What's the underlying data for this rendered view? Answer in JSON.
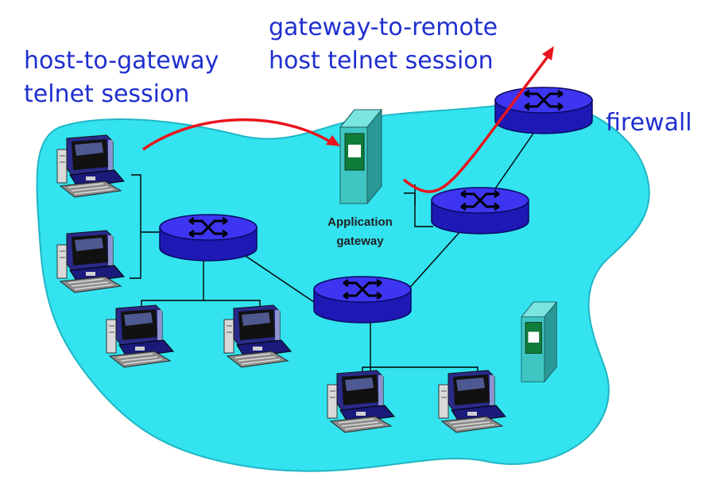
{
  "labels": {
    "host_to_gateway": [
      "host-to-gateway",
      "telnet session"
    ],
    "gateway_to_remote": [
      "gateway-to-remote",
      "host telnet session"
    ],
    "firewall": "firewall",
    "application_gateway": [
      "Application",
      "gateway"
    ]
  },
  "colors": {
    "network_fill": "#33e3ef",
    "router_fill": "#2b22d6",
    "router_top": "#3d35f0",
    "gateway_box": "#3fc6c3",
    "session_arrow": "#e8141c",
    "label_text": "#1f2fcf"
  },
  "icons": [
    "host-computer-icon",
    "router-icon",
    "gateway-server-icon",
    "arrow-icon"
  ]
}
